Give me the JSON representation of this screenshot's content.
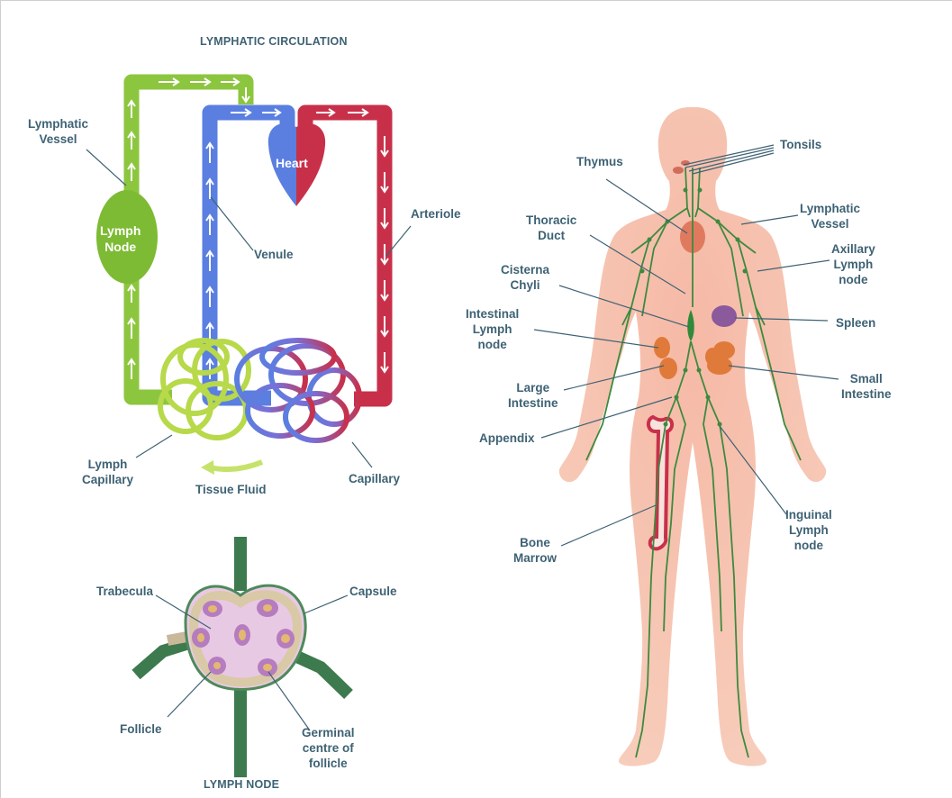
{
  "titles": {
    "circulation": "LYMPHATIC CIRCULATION",
    "node": "LYMPH NODE"
  },
  "circulation": {
    "heart": "Heart",
    "lymph_node": [
      "Lymph",
      "Node"
    ],
    "lymphatic_vessel": [
      "Lymphatic",
      "Vessel"
    ],
    "venule": "Venule",
    "arteriole": "Arteriole",
    "lymph_capillary": [
      "Lymph",
      "Capillary"
    ],
    "tissue_fluid": "Tissue Fluid",
    "capillary": "Capillary"
  },
  "node": {
    "trabecula": "Trabecula",
    "capsule": "Capsule",
    "follicle": "Follicle",
    "germinal": [
      "Germinal",
      "centre of",
      "follicle"
    ]
  },
  "body": {
    "tonsils": "Tonsils",
    "thymus": "Thymus",
    "lymphatic_vessel": [
      "Lymphatic",
      "Vessel"
    ],
    "thoracic_duct": [
      "Thoracic",
      "Duct"
    ],
    "axillary": [
      "Axillary",
      "Lymph",
      "node"
    ],
    "cisterna": [
      "Cisterna",
      "Chyli"
    ],
    "spleen": "Spleen",
    "intestinal": [
      "Intestinal",
      "Lymph",
      "node"
    ],
    "large_intestine": [
      "Large",
      "Intestine"
    ],
    "small_intestine": [
      "Small",
      "Intestine"
    ],
    "appendix": "Appendix",
    "inguinal": [
      "Inguinal",
      "Lymph",
      "node"
    ],
    "bone_marrow": [
      "Bone",
      "Marrow"
    ]
  },
  "colors": {
    "lymph_green": "#8cc63f",
    "vein_blue": "#5a7fe0",
    "artery_red": "#c8304a",
    "label_text": "#3e6274",
    "skin": "#f6c4b1",
    "node_green": "#3d7a4e"
  }
}
